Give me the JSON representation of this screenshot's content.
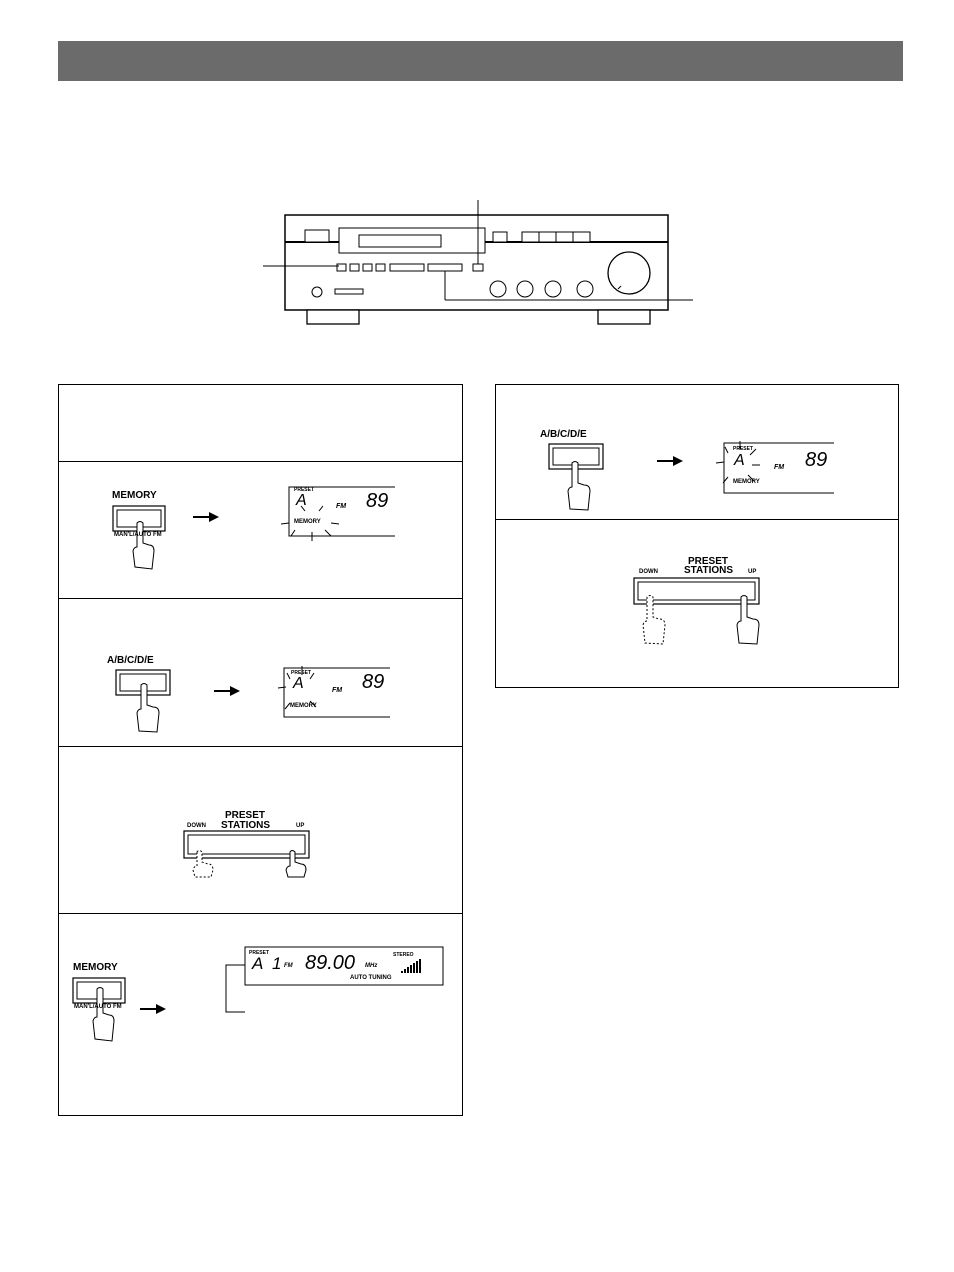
{
  "labels": {
    "memory": "MEMORY",
    "memory_sub": "MAN'L/AUTO FM",
    "abcde": "A/B/C/D/E",
    "preset": "PRESET",
    "stations": "STATIONS",
    "down": "DOWN",
    "up": "UP",
    "fm": "FM",
    "disp_memory": "MEMORY",
    "disp_preset": "PRESET",
    "disp_letter": "A",
    "disp_freq_partial": "89",
    "final_letter": "A",
    "final_channel": "1",
    "final_freq": "89.00",
    "final_unit": "MHz",
    "stereo": "STEREO",
    "auto_tuning": "AUTO TUNING"
  },
  "colors": {
    "header_bar": "#6b6b6b",
    "line": "#000000"
  }
}
